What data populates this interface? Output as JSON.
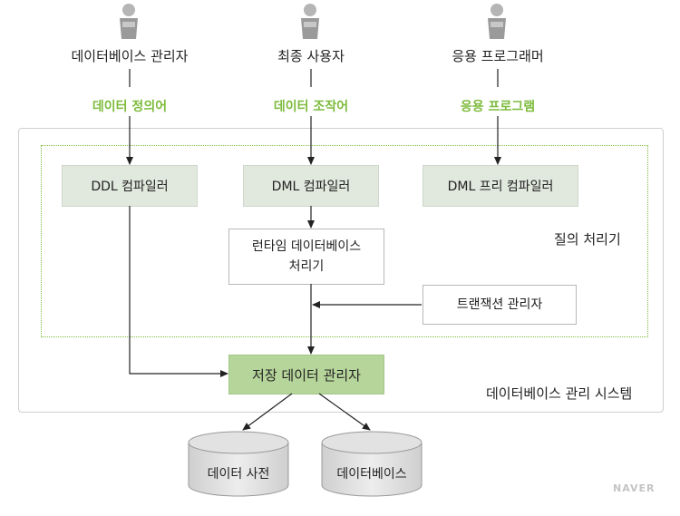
{
  "roles": [
    {
      "label": "데이터베이스 관리자",
      "language": "데이터 정의어"
    },
    {
      "label": "최종 사용자",
      "language": "데이터 조작어"
    },
    {
      "label": "응용 프로그래머",
      "language": "응용 프로그램"
    }
  ],
  "components": {
    "ddl_compiler": "DDL 컴파일러",
    "dml_compiler": "DML 컴파일러",
    "dml_precompiler": "DML 프리 컴파일러",
    "runtime_processor_line1": "런타임 데이터베이스",
    "runtime_processor_line2": "처리기",
    "transaction_manager": "트랜잭션 관리자",
    "storage_manager": "저장 데이터 관리자"
  },
  "labels": {
    "query_processor": "질의 처리기",
    "dbms": "데이터베이스 관리 시스템"
  },
  "storage": {
    "data_dictionary": "데이터 사전",
    "database": "데이터베이스"
  },
  "watermark": "NAVER",
  "colors": {
    "accent_green": "#7dbb3c",
    "component_fill": "#e1e8dd",
    "storage_fill": "#b6d59a"
  }
}
